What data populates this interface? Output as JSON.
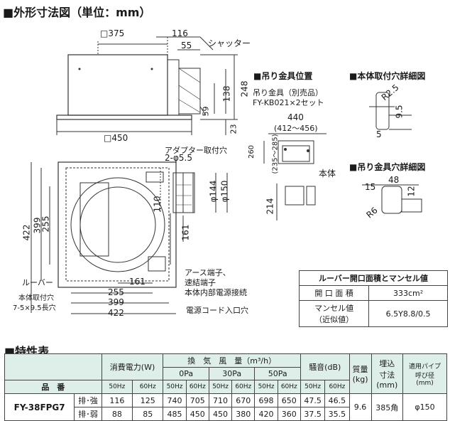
{
  "titles": {
    "outline": "■外形寸法図（単位：mm）",
    "hanger_pos": "■吊り金具位置",
    "body_hole": "■本体取付穴詳細図",
    "hanger_hole": "■吊り金具穴詳細図",
    "spec": "■特性表"
  },
  "dims": {
    "sq375": "□375",
    "d116": "116",
    "d55": "55",
    "shutter": "シャッター",
    "d248": "248",
    "d138": "138",
    "d59": "59",
    "d23": "23",
    "sq450": "□450",
    "adapter": "アダプター取付穴",
    "hole2": "2-φ5.5",
    "d110": "110",
    "phi144": "φ144",
    "phi150": "φ150",
    "d161v": "161",
    "d422v": "422",
    "d399v": "399",
    "d255v": "255",
    "louver": "ルーバー",
    "mount_hole": "本体取付穴",
    "mount_hole2": "7-5×9.5長穴",
    "d161h": "161",
    "d255h": "255",
    "d399h": "399",
    "d422h": "422",
    "earth1": "アース端子、",
    "earth2": "速結端子",
    "earth3": "本体内部電源接続",
    "cord": "電源コード入口穴",
    "hanger_label1": "吊り金具（別売品）",
    "hanger_label2": "FY-KB021×2セット",
    "d440": "440",
    "d412": "(412～456)",
    "d260": "260",
    "d235": "(235～285)",
    "hontai": "本体",
    "d214": "214",
    "r25": "R2.5",
    "d95": "9.5",
    "d5": "5",
    "d15": "15",
    "d48": "48",
    "d12": "12",
    "r6": "R6"
  },
  "louver_table": {
    "title": "ルーバー開口面積とマンセル値",
    "rows": [
      {
        "label": "開 口 面 積",
        "value": "333cm²"
      },
      {
        "label": "マンセル値\n（近似値）",
        "value": "6.5Y8.8/0.5"
      }
    ]
  },
  "spec": {
    "h_power": "消費電力(W)",
    "h_air": "換　気　風　量（m³/h）",
    "h_0pa": "0Pa",
    "h_30pa": "30Pa",
    "h_50pa": "50Pa",
    "h_noise": "騒音(dB)",
    "h_mass": "質量\n(kg)",
    "h_embed": "埋込\n寸法\n(mm)",
    "h_pipe": "適用パイプ\n呼び径\n(mm)",
    "h_model": "品　番",
    "hz50": "50Hz",
    "hz60": "60Hz",
    "model": "FY-38FPG7",
    "rows": [
      {
        "mode": "排･強",
        "vals": [
          "116",
          "125",
          "740",
          "705",
          "710",
          "670",
          "698",
          "650",
          "47.5",
          "46.5"
        ]
      },
      {
        "mode": "排･弱",
        "vals": [
          "88",
          "85",
          "485",
          "450",
          "450",
          "380",
          "420",
          "360",
          "37.5",
          "35.5"
        ]
      }
    ],
    "mass": "9.6",
    "embed": "385角",
    "pipe": "φ150"
  }
}
